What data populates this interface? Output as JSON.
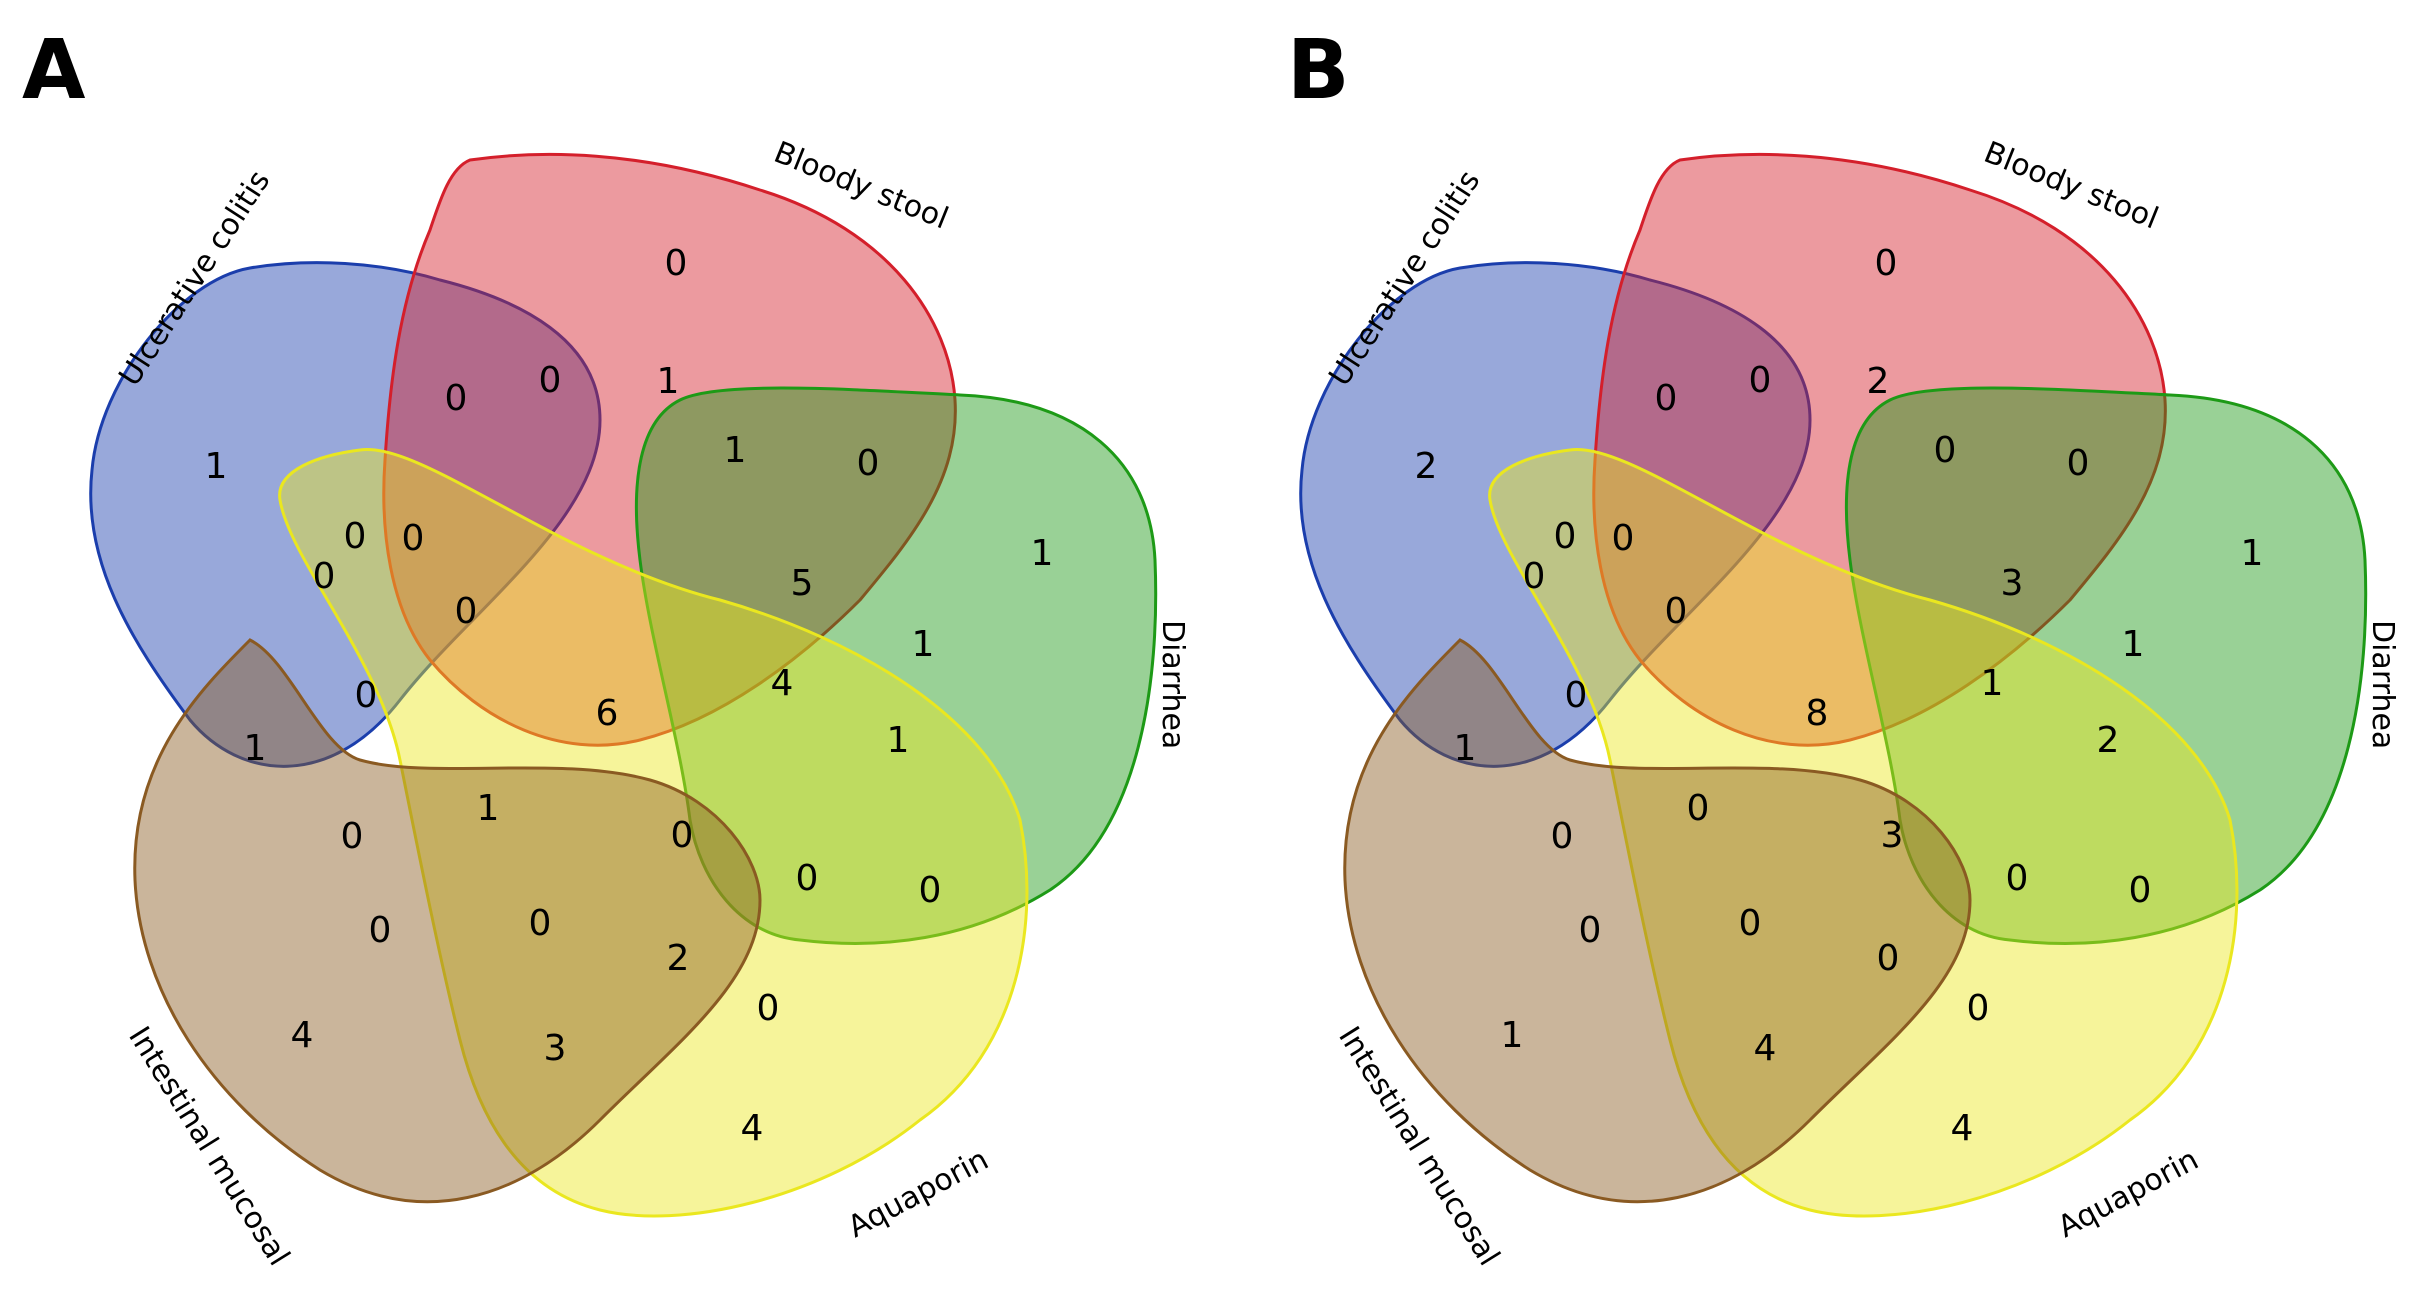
{
  "colors": {
    "ulcerative_colitis": "#1b3eac",
    "bloody_stool": "#d41f2b",
    "diarrhea": "#1d9a16",
    "intestinal_mucosal": "#8a5a22",
    "aquaporin": "#eae71f"
  },
  "panels": [
    {
      "letter": "A",
      "sets": [
        {
          "key": "ulcerative_colitis",
          "label": "Ulcerative colitis",
          "color": "#1b3eac"
        },
        {
          "key": "bloody_stool",
          "label": "Bloody stool",
          "color": "#d41f2b"
        },
        {
          "key": "diarrhea",
          "label": "Diarrhea",
          "color": "#1d9a16"
        },
        {
          "key": "aquaporin",
          "label": "Aquaporin",
          "color": "#eae71f"
        },
        {
          "key": "intestinal_mucosal",
          "label": "Intestinal mucosal",
          "color": "#8a5a22"
        }
      ],
      "counts": [
        "1",
        "0",
        "1",
        "0",
        "4",
        "4",
        "0",
        "0",
        "1",
        "0",
        "1",
        "1",
        "5",
        "1",
        "4",
        "0",
        "0",
        "0",
        "0",
        "2",
        "0",
        "0",
        "1",
        "0",
        "0",
        "1",
        "0",
        "0",
        "3",
        "0",
        "6"
      ]
    },
    {
      "letter": "B",
      "sets": [
        {
          "key": "ulcerative_colitis",
          "label": "Ulcerative colitis",
          "color": "#1b3eac"
        },
        {
          "key": "bloody_stool",
          "label": "Bloody stool",
          "color": "#d41f2b"
        },
        {
          "key": "diarrhea",
          "label": "Diarrhea",
          "color": "#1d9a16"
        },
        {
          "key": "aquaporin",
          "label": "Aquaporin",
          "color": "#eae71f"
        },
        {
          "key": "intestinal_mucosal",
          "label": "Intestinal mucosal",
          "color": "#8a5a22"
        }
      ],
      "counts": [
        "2",
        "0",
        "1",
        "0",
        "4",
        "1",
        "0",
        "0",
        "2",
        "0",
        "0",
        "1",
        "3",
        "2",
        "1",
        "0",
        "0",
        "0",
        "0",
        "0",
        "0",
        "0",
        "1",
        "0",
        "0",
        "0",
        "0",
        "0",
        "4",
        "3",
        "8"
      ]
    }
  ]
}
